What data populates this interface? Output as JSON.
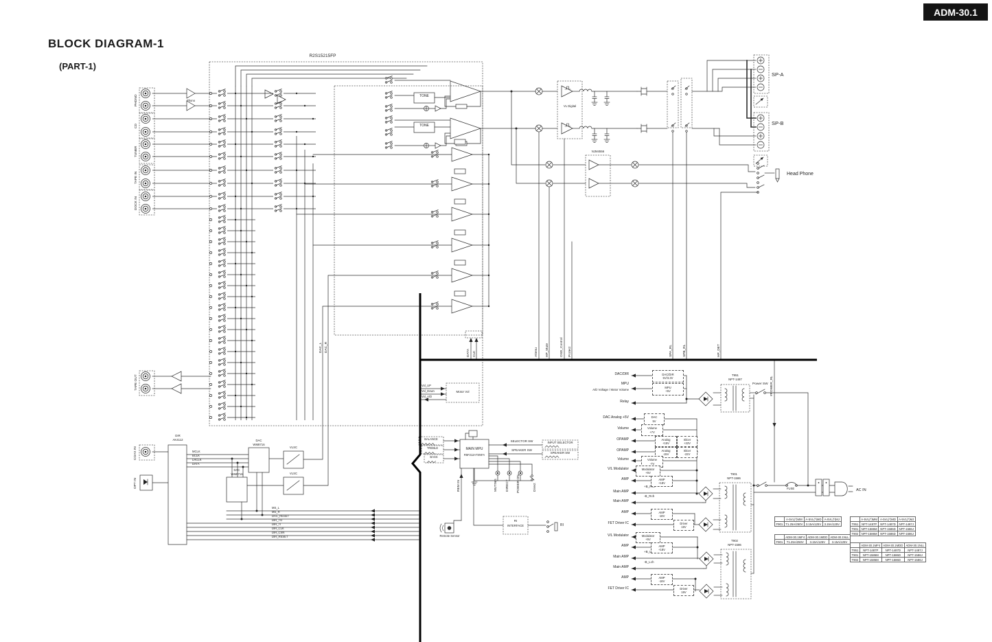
{
  "badge": "ADM-30.1",
  "title": "BLOCK DIAGRAM-1",
  "subtitle": "(PART-1)",
  "main_ic": "R2S15215FP",
  "inputs": {
    "phono": "PHONO",
    "phono_amp": "Phono",
    "cd": "CD",
    "tuner": "TUNER",
    "tape_in": "TAPE IN",
    "dock_in": "DOCK IN",
    "tape_out": "TAPE OUT",
    "coax_in": "COAX IN",
    "opt_in": "OPT IN"
  },
  "selector": {
    "tone1": "TONE",
    "tone2": "TONE"
  },
  "output": {
    "vl_digital": "VL Digital",
    "njm4556": "NJM4556",
    "sp_a": "SP-A",
    "sp_b": "SP-B",
    "head_phone": "Head Phone"
  },
  "buses": {
    "dac_l": "DAC_L",
    "dac_r": "DAC_R",
    "data": "DATA",
    "clk": "CLK",
    "attenu": "Attenu",
    "hp_mute": "HP_Mute",
    "osd_control": "OSD_Control",
    "protect": "Protect",
    "spa_rl": "SPA_RL",
    "spb_rl": "SPB_RL",
    "hp_det": "HP_DET",
    "power_rl": "#POWER_RL"
  },
  "digital": {
    "dir": "DIR",
    "dir_part": "AK4112",
    "dac1": "DAC",
    "dac1_part": "WM8716",
    "dac2": "DAC",
    "dac2_part": "WM8716",
    "vlsc1": "VLSC",
    "vlsc2": "VLSC",
    "pins": [
      "MCLK",
      "BCLK",
      "LRCLK",
      "DATA"
    ],
    "bus": [
      "MS_L",
      "MS_R",
      "DAC_RESET",
      "DIR_TO",
      "DIR_TI",
      "DIR_CLK",
      "DIR_CSN",
      "DIR_RESET"
    ]
  },
  "mpu": {
    "name": "MAIN MPU",
    "part": "R5F212A7SNFA",
    "motor_vol": "Motor Vol",
    "vol_up": "Vol_UP",
    "vol_down": "Vol_Down",
    "vol_ad": "Vol_A/D",
    "balance": "BALANCE",
    "treble": "TREBLE",
    "bass": "BASS",
    "selector_sw": "SELECTOR SW",
    "speaker_sw": "SPEAKER SW",
    "input_selector_box": "INPUT SELECTOR",
    "speaker_sw_box": "SPEAKER SW",
    "rem_in": "REM IN",
    "led_muting": "MUTING",
    "led_direct": "DIRECT",
    "led_power": "POWER ON",
    "direct_sw": "Direct",
    "remote_sensor": "Remote Sensor",
    "ri": "RI",
    "ri_interface": "INTERFACE",
    "ri_jack": "RI"
  },
  "power": {
    "rails": [
      {
        "target": "DAC/DIR",
        "s1": "DAC/DIR",
        "s2": "5V/3.3V"
      },
      {
        "target": "MPU",
        "target2": "A/D Voltage / Motor Volume",
        "s1": "MPU",
        "s2": "+5V"
      },
      {
        "target": "Relay"
      },
      {
        "target": "DAC Analog +5V",
        "s1": "DAC",
        "s2": "5V"
      },
      {
        "target": "Volume",
        "s1": "Volume",
        "s2": "+7V"
      },
      {
        "target": "OPAMP",
        "s1": "Analog",
        "s2": "+15V",
        "s3": "Slicer",
        "s4": "+22V"
      },
      {
        "target": "OPAMP",
        "s1": "Analog",
        "s2": "-15V",
        "s3": "Slicer",
        "s4": "-22V"
      },
      {
        "target": "Volume",
        "s1": "Volume",
        "s2": "-7V"
      },
      {
        "target": "V/L Modulator",
        "s1": "Modulator",
        "s2": "+5V"
      },
      {
        "target": "AMP",
        "s1": "AMP",
        "s2": "+18V"
      },
      {
        "target": "Main AMP",
        "line": "+B_Rch"
      },
      {
        "target": "Main AMP",
        "line": "-B_Rch"
      },
      {
        "target": "AMP",
        "s1": "AMP",
        "s2": "-18V"
      },
      {
        "target": "FET Driver IC",
        "s1": "Driver",
        "s2": "15V"
      },
      {
        "target": "V/L Modulator",
        "s1": "Modulator",
        "s2": "+5V"
      },
      {
        "target": "AMP",
        "s1": "AMP",
        "s2": "+18V"
      },
      {
        "target": "Main AMP",
        "line": "+B_Lch"
      },
      {
        "target": "Main AMP",
        "line": "-B_Lch"
      },
      {
        "target": "AMP",
        "s1": "AMP",
        "s2": "-18V"
      },
      {
        "target": "FET Driver IC",
        "s1": "Driver",
        "s2": "15V"
      }
    ],
    "t951": "T951",
    "t951_part": "NPT-1487",
    "t901": "T901",
    "t901_part": "NPT-1586",
    "t902": "T902",
    "t902_part": "NPT-1586",
    "power_sw": "Power SW",
    "fuse": "FUSE",
    "ac_in": "AC IN"
  },
  "tables": {
    "fuse_a": {
      "header": [
        "",
        "A-5VL(*)MM",
        "A-5VL(*)MD",
        "A-5VL(*)MJ"
      ],
      "rows": [
        [
          "F901",
          "T1.25A/250V",
          "3.15A/125V",
          "3.15A/125V"
        ]
      ]
    },
    "fuse_b": {
      "header": [
        "",
        "ADM-30.1MF4",
        "ADM-30.1MDD",
        "ADM-30.1NLL"
      ],
      "rows": [
        [
          "F901",
          "T1.25A/250V",
          "3.15A/125V",
          "3.15A/125V"
        ]
      ]
    },
    "xfmr_a": {
      "header": [
        "",
        "A-5VL(*)MM",
        "A-5VL(*)MD",
        "A-5VL(*)MJ"
      ],
      "rows": [
        [
          "T951",
          "NPT-1487P",
          "NPT-1487D",
          "NPT-1487J"
        ],
        [
          "T901",
          "NPT-1586M",
          "NPT-1586D",
          "NPT-1586J"
        ],
        [
          "T902",
          "NPT-1586M",
          "NPT-1586D",
          "NPT-1586J"
        ]
      ]
    },
    "xfmr_b": {
      "header": [
        "",
        "ADM-30.1MF4",
        "ADM-30.1MDD",
        "ADM-30.1NLL"
      ],
      "rows": [
        [
          "T951",
          "NPT-1487P",
          "NPT-1487D",
          "NPT-1487J"
        ],
        [
          "T901",
          "NPT-1586M",
          "NPT-1586D",
          "NPT-1586J"
        ],
        [
          "T902",
          "NPT-1586M",
          "NPT-1586D",
          "NPT-1586J"
        ]
      ]
    }
  }
}
